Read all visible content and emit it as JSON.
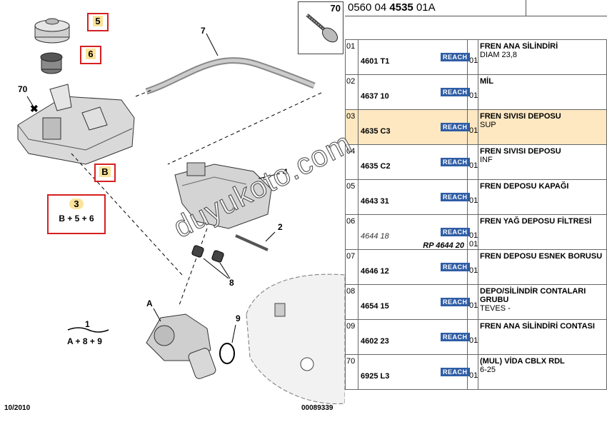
{
  "header": {
    "ref_prefix": "0560 04",
    "ref_bold": "4535",
    "ref_suffix": "01A"
  },
  "diagram": {
    "callouts": [
      "7",
      "70",
      "4",
      "2",
      "8",
      "9",
      "A",
      "1",
      "A + 8 + 9"
    ],
    "redboxes": {
      "b5": "5",
      "b6": "6",
      "bB": "B",
      "b3_top": "3",
      "b3_bottom": "B + 5 + 6"
    },
    "thumb_label": "70",
    "date": "10/2010",
    "code": "00089339",
    "watermark": "duyukoto.com"
  },
  "parts": [
    {
      "idx": "01",
      "ref": "4601 T1",
      "reach": "REACH",
      "qty": "01",
      "name": "FREN ANA SİLİNDİRİ",
      "detail": "DIAM 23,8"
    },
    {
      "idx": "02",
      "ref": "4637 10",
      "reach": "REACH",
      "qty": "01",
      "name": "MİL",
      "detail": ""
    },
    {
      "idx": "03",
      "ref": "4635 C3",
      "reach": "REACH",
      "qty": "01",
      "name": "FREN SIVISI DEPOSU",
      "detail": "SUP"
    },
    {
      "idx": "04",
      "ref": "4635 C2",
      "reach": "REACH",
      "qty": "01",
      "name": "FREN SIVISI DEPOSU",
      "detail": "INF"
    },
    {
      "idx": "05",
      "ref": "4643 31",
      "reach": "REACH",
      "qty": "01",
      "name": "FREN DEPOSU KAPAĞI",
      "detail": ""
    },
    {
      "idx": "06",
      "ref": "4644 18",
      "reach": "REACH",
      "qty": "01",
      "qty2": "01",
      "rp": "RP 4644 20",
      "name": "FREN YAĞ DEPOSU FİLTRESİ",
      "detail": ""
    },
    {
      "idx": "07",
      "ref": "4646 12",
      "reach": "REACH",
      "qty": "01",
      "name": "FREN DEPOSU ESNEK BORUSU",
      "detail": ""
    },
    {
      "idx": "08",
      "ref": "4654 15",
      "reach": "REACH",
      "qty": "01",
      "name": "DEPO/SİLİNDİR CONTALARI GRUBU",
      "detail": "TEVES -"
    },
    {
      "idx": "09",
      "ref": "4602 23",
      "reach": "REACH",
      "qty": "01",
      "name": "FREN ANA SİLİNDİRİ CONTASI",
      "detail": ""
    },
    {
      "idx": "70",
      "ref": "6925 L3",
      "reach": "REACH",
      "qty": "01",
      "name": "(MUL) VİDA CBLX RDL",
      "detail": "6-25"
    }
  ]
}
